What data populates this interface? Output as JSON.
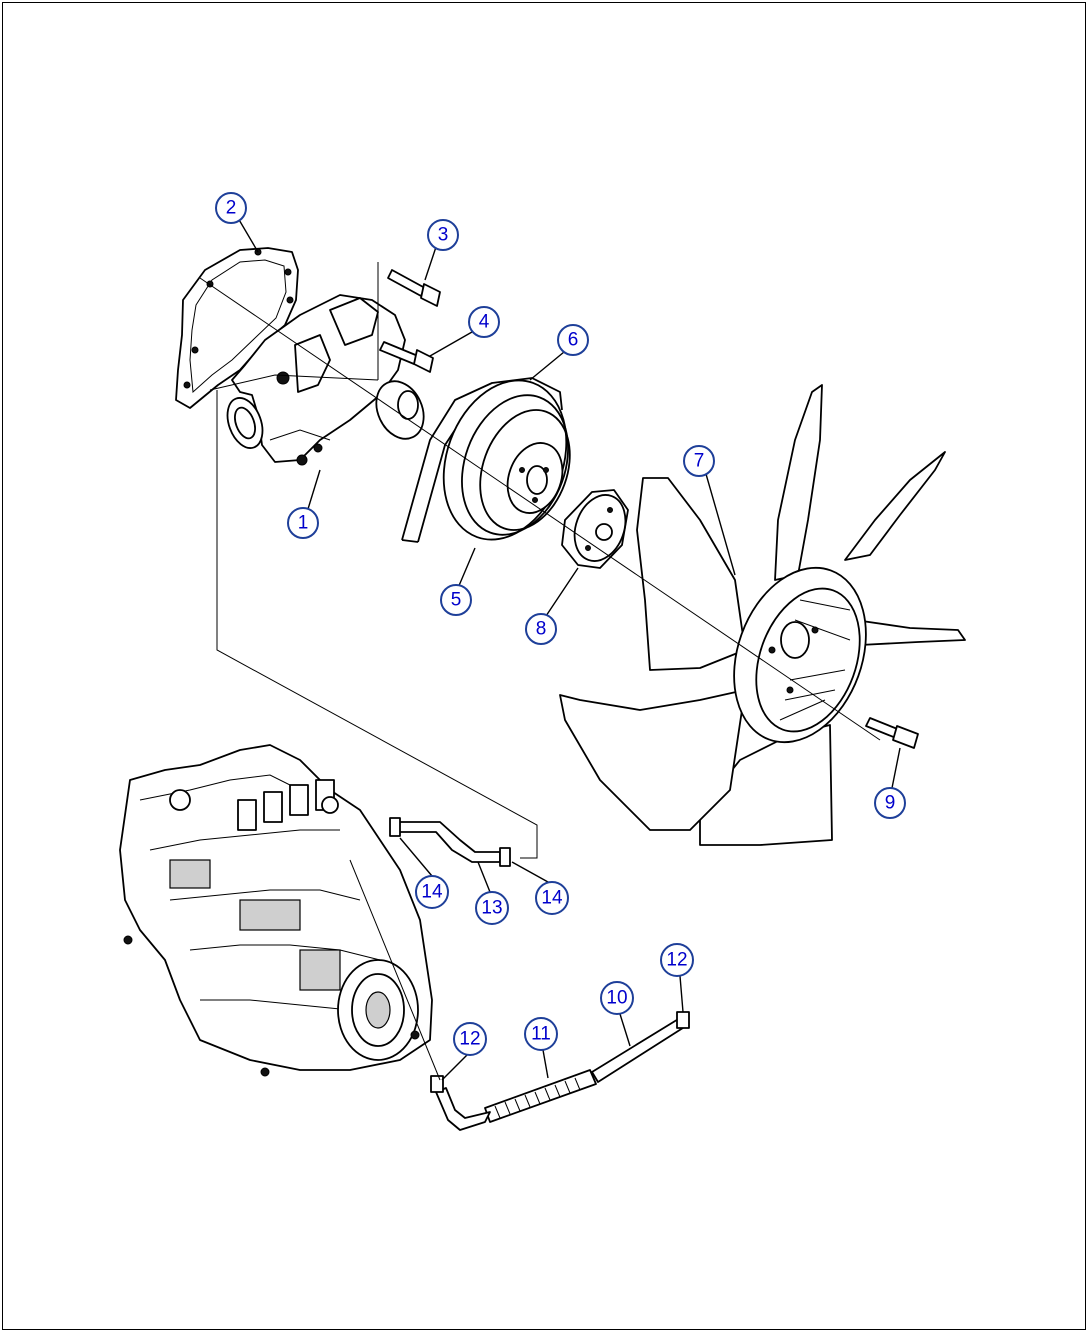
{
  "callouts": [
    {
      "id": "c2",
      "label": "2"
    },
    {
      "id": "c3",
      "label": "3"
    },
    {
      "id": "c4",
      "label": "4"
    },
    {
      "id": "c6",
      "label": "6"
    },
    {
      "id": "c7",
      "label": "7"
    },
    {
      "id": "c1",
      "label": "1"
    },
    {
      "id": "c5",
      "label": "5"
    },
    {
      "id": "c8",
      "label": "8"
    },
    {
      "id": "c9",
      "label": "9"
    },
    {
      "id": "c14a",
      "label": "14"
    },
    {
      "id": "c13",
      "label": "13"
    },
    {
      "id": "c14b",
      "label": "14"
    },
    {
      "id": "c12a",
      "label": "12"
    },
    {
      "id": "c10",
      "label": "10"
    },
    {
      "id": "c11",
      "label": "11"
    },
    {
      "id": "c12b",
      "label": "12"
    }
  ],
  "colors": {
    "callout_text": "#0000cc",
    "callout_ring": "#1e3f99",
    "line": "#000000"
  }
}
